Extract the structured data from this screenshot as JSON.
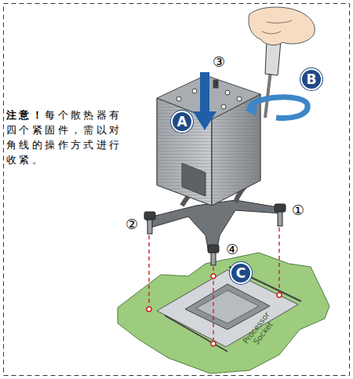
{
  "diagram": {
    "nodes": [
      {
        "text": [
          "B"
        ]
      },
      {
        "text": [
          "A"
        ]
      },
      {
        "text": [
          "C"
        ]
      }
    ],
    "labels": [
      "注意！",
      "每个散热器有四个紧固件，需以对角线的操作方式进行收紧。",
      "③",
      "①",
      "②",
      "④",
      "Processor Socket"
    ]
  }
}
